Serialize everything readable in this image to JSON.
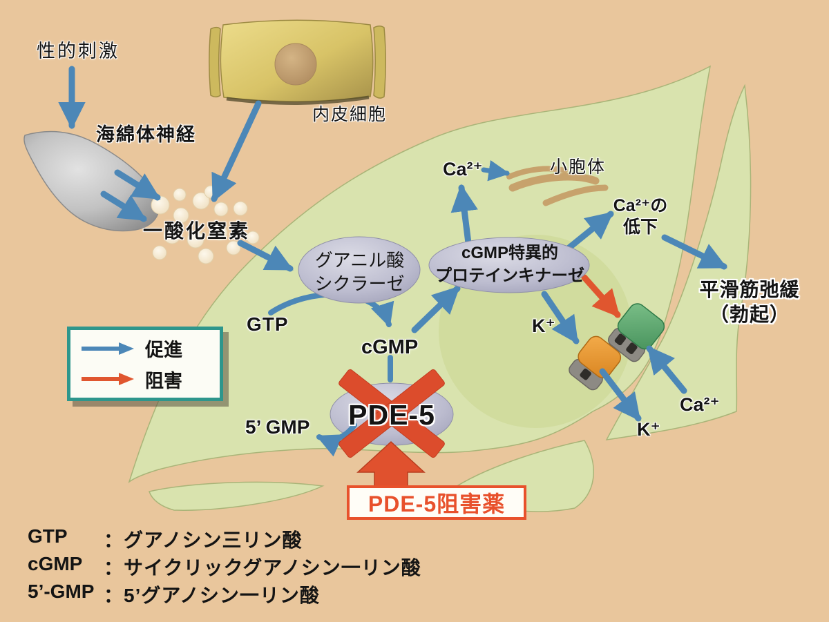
{
  "labels": {
    "sexual_stimulation": "性的刺激",
    "cavernous_nerve": "海綿体神経",
    "endothelial_cell": "内皮細胞",
    "nitric_oxide": "一酸化窒素",
    "guanylate_cyclase": "グアニル酸\nシクラーゼ",
    "gtp": "GTP",
    "cgmp": "cGMP",
    "cgmp_kinase": "cGMP特異的\nプロテインキナーゼ",
    "ca_top": "Ca²⁺",
    "endoplasmic_reticulum": "小胞体",
    "ca_decrease": "Ca²⁺の\n低下",
    "smooth_muscle_relaxation": "平滑筋弛緩\n（勃起）",
    "k_inside": "K⁺",
    "k_outside": "K⁺",
    "ca_right": "Ca²⁺",
    "pde5": "PDE-5",
    "five_gmp": "5’ GMP",
    "pde5_inhibitor": "PDE-5阻害薬"
  },
  "legend": {
    "items": [
      {
        "label": "促進",
        "color": "#4c87b7"
      },
      {
        "label": "阻害",
        "color": "#e0562f"
      }
    ]
  },
  "definitions": [
    {
      "term": "GTP",
      "def": "：グアノシン三リン酸"
    },
    {
      "term": "cGMP",
      "def": "：サイクリックグアノシン一リン酸"
    },
    {
      "term": "5’-GMP",
      "def": "：5’グアノシン一リン酸"
    }
  ],
  "colors": {
    "background": "#e9c69c",
    "cell_green": "#d9e3ae",
    "promote_blue": "#4c87b7",
    "inhibit_red": "#e0562f",
    "enzyme_lavender": "#b7b7cf",
    "legend_teal": "#2e968c",
    "inhibitor_red": "#e8512c"
  }
}
